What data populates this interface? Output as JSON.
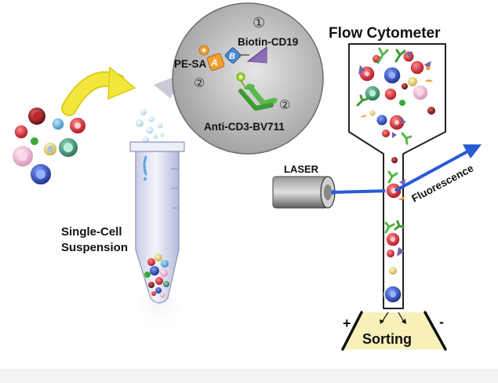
{
  "labels": {
    "marker_1": "①",
    "marker_2a": "②",
    "marker_2b": "②",
    "biotin": "Biotin-CD19",
    "pesa": "PE-SA",
    "anti_cd3": "Anti-CD3-BV711",
    "flow_cytometer": "Flow Cytometer",
    "laser": "LASER",
    "fluorescence": "Fluorescence",
    "single_cell_line1": "Single-Cell",
    "single_cell_line2": "Suspension",
    "sorting": "Sorting",
    "plus": "+",
    "minus": "-",
    "letter_a": "A",
    "letter_b": "B"
  },
  "colors": {
    "red_cell": "#c8202a",
    "blue_cell": "#1f3fa8",
    "pink_cell": "#e9a8c8",
    "green_cell": "#3c8a6a",
    "yellow_arrow": "#f2e63a",
    "laser_beam": "#2a5bd6",
    "sorting_bg": "#f7f0b8",
    "purple_marker": "#7b5fa8",
    "green_antibody": "#57b84a",
    "orange_pe": "#f0a030"
  }
}
